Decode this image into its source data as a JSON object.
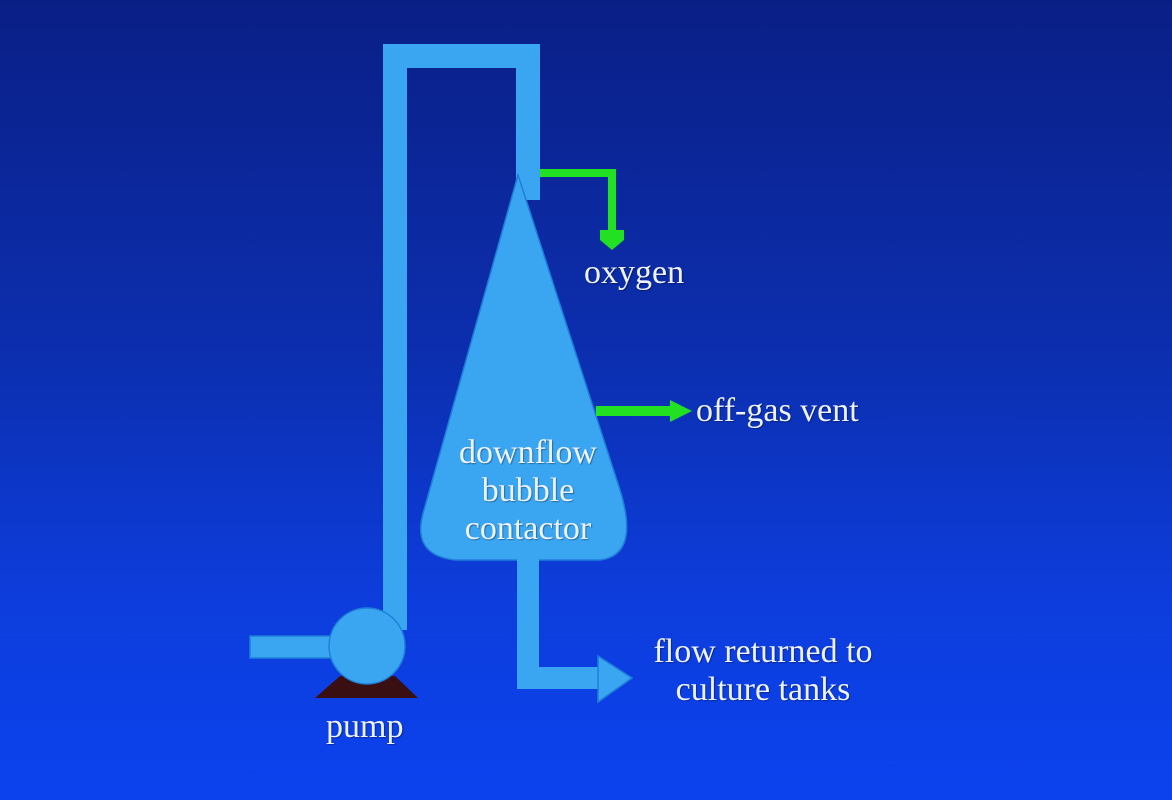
{
  "diagram": {
    "labels": {
      "oxygen": "oxygen",
      "off_gas_vent": "off-gas vent",
      "contactor_line1": "downflow",
      "contactor_line2": "bubble",
      "contactor_line3": "contactor",
      "flow_line1": "flow returned to",
      "flow_line2": "culture tanks",
      "pump": "pump"
    },
    "colors": {
      "water": "#3aa6f2",
      "water_edge": "#1f7fd8",
      "gas": "#22e022",
      "pump_base": "#3a0f12"
    }
  }
}
